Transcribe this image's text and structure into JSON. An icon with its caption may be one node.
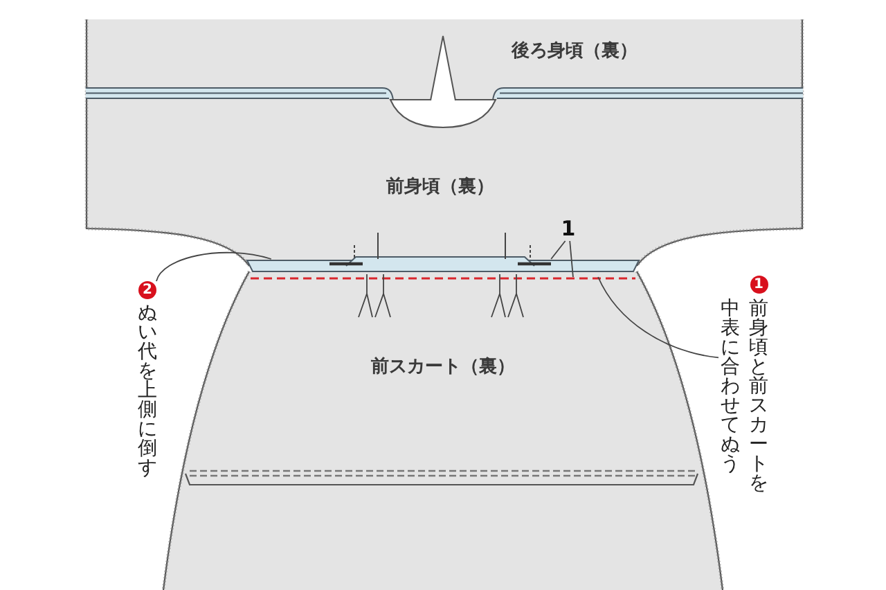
{
  "diagram": {
    "nodes": [
      {
        "text": [
          "後ろ身頃（裏）"
        ]
      },
      {
        "text": [
          "前身頃（裏）"
        ]
      },
      {
        "text": [
          "前スカート（裏）"
        ]
      },
      {
        "text": [
          "1"
        ],
        "in": 1
      },
      {
        "text": [
          "1",
          "前身頃と前スカートを中表に合わせてぬう"
        ]
      },
      {
        "text": [
          "2",
          "ぬい代を上側に倒す"
        ]
      },
      {
        "text": [],
        "shape": "bar"
      },
      {
        "text": [],
        "shape": "line",
        "in": 2
      }
    ],
    "edges": [
      {
        "from": 3,
        "to": 6,
        "arrow": "none"
      },
      {
        "from": 3,
        "to": 7,
        "arrow": "none"
      },
      {
        "from": 4,
        "to": 7,
        "arrow": "none"
      },
      {
        "from": 5,
        "to": 6,
        "arrow": "none"
      }
    ]
  }
}
